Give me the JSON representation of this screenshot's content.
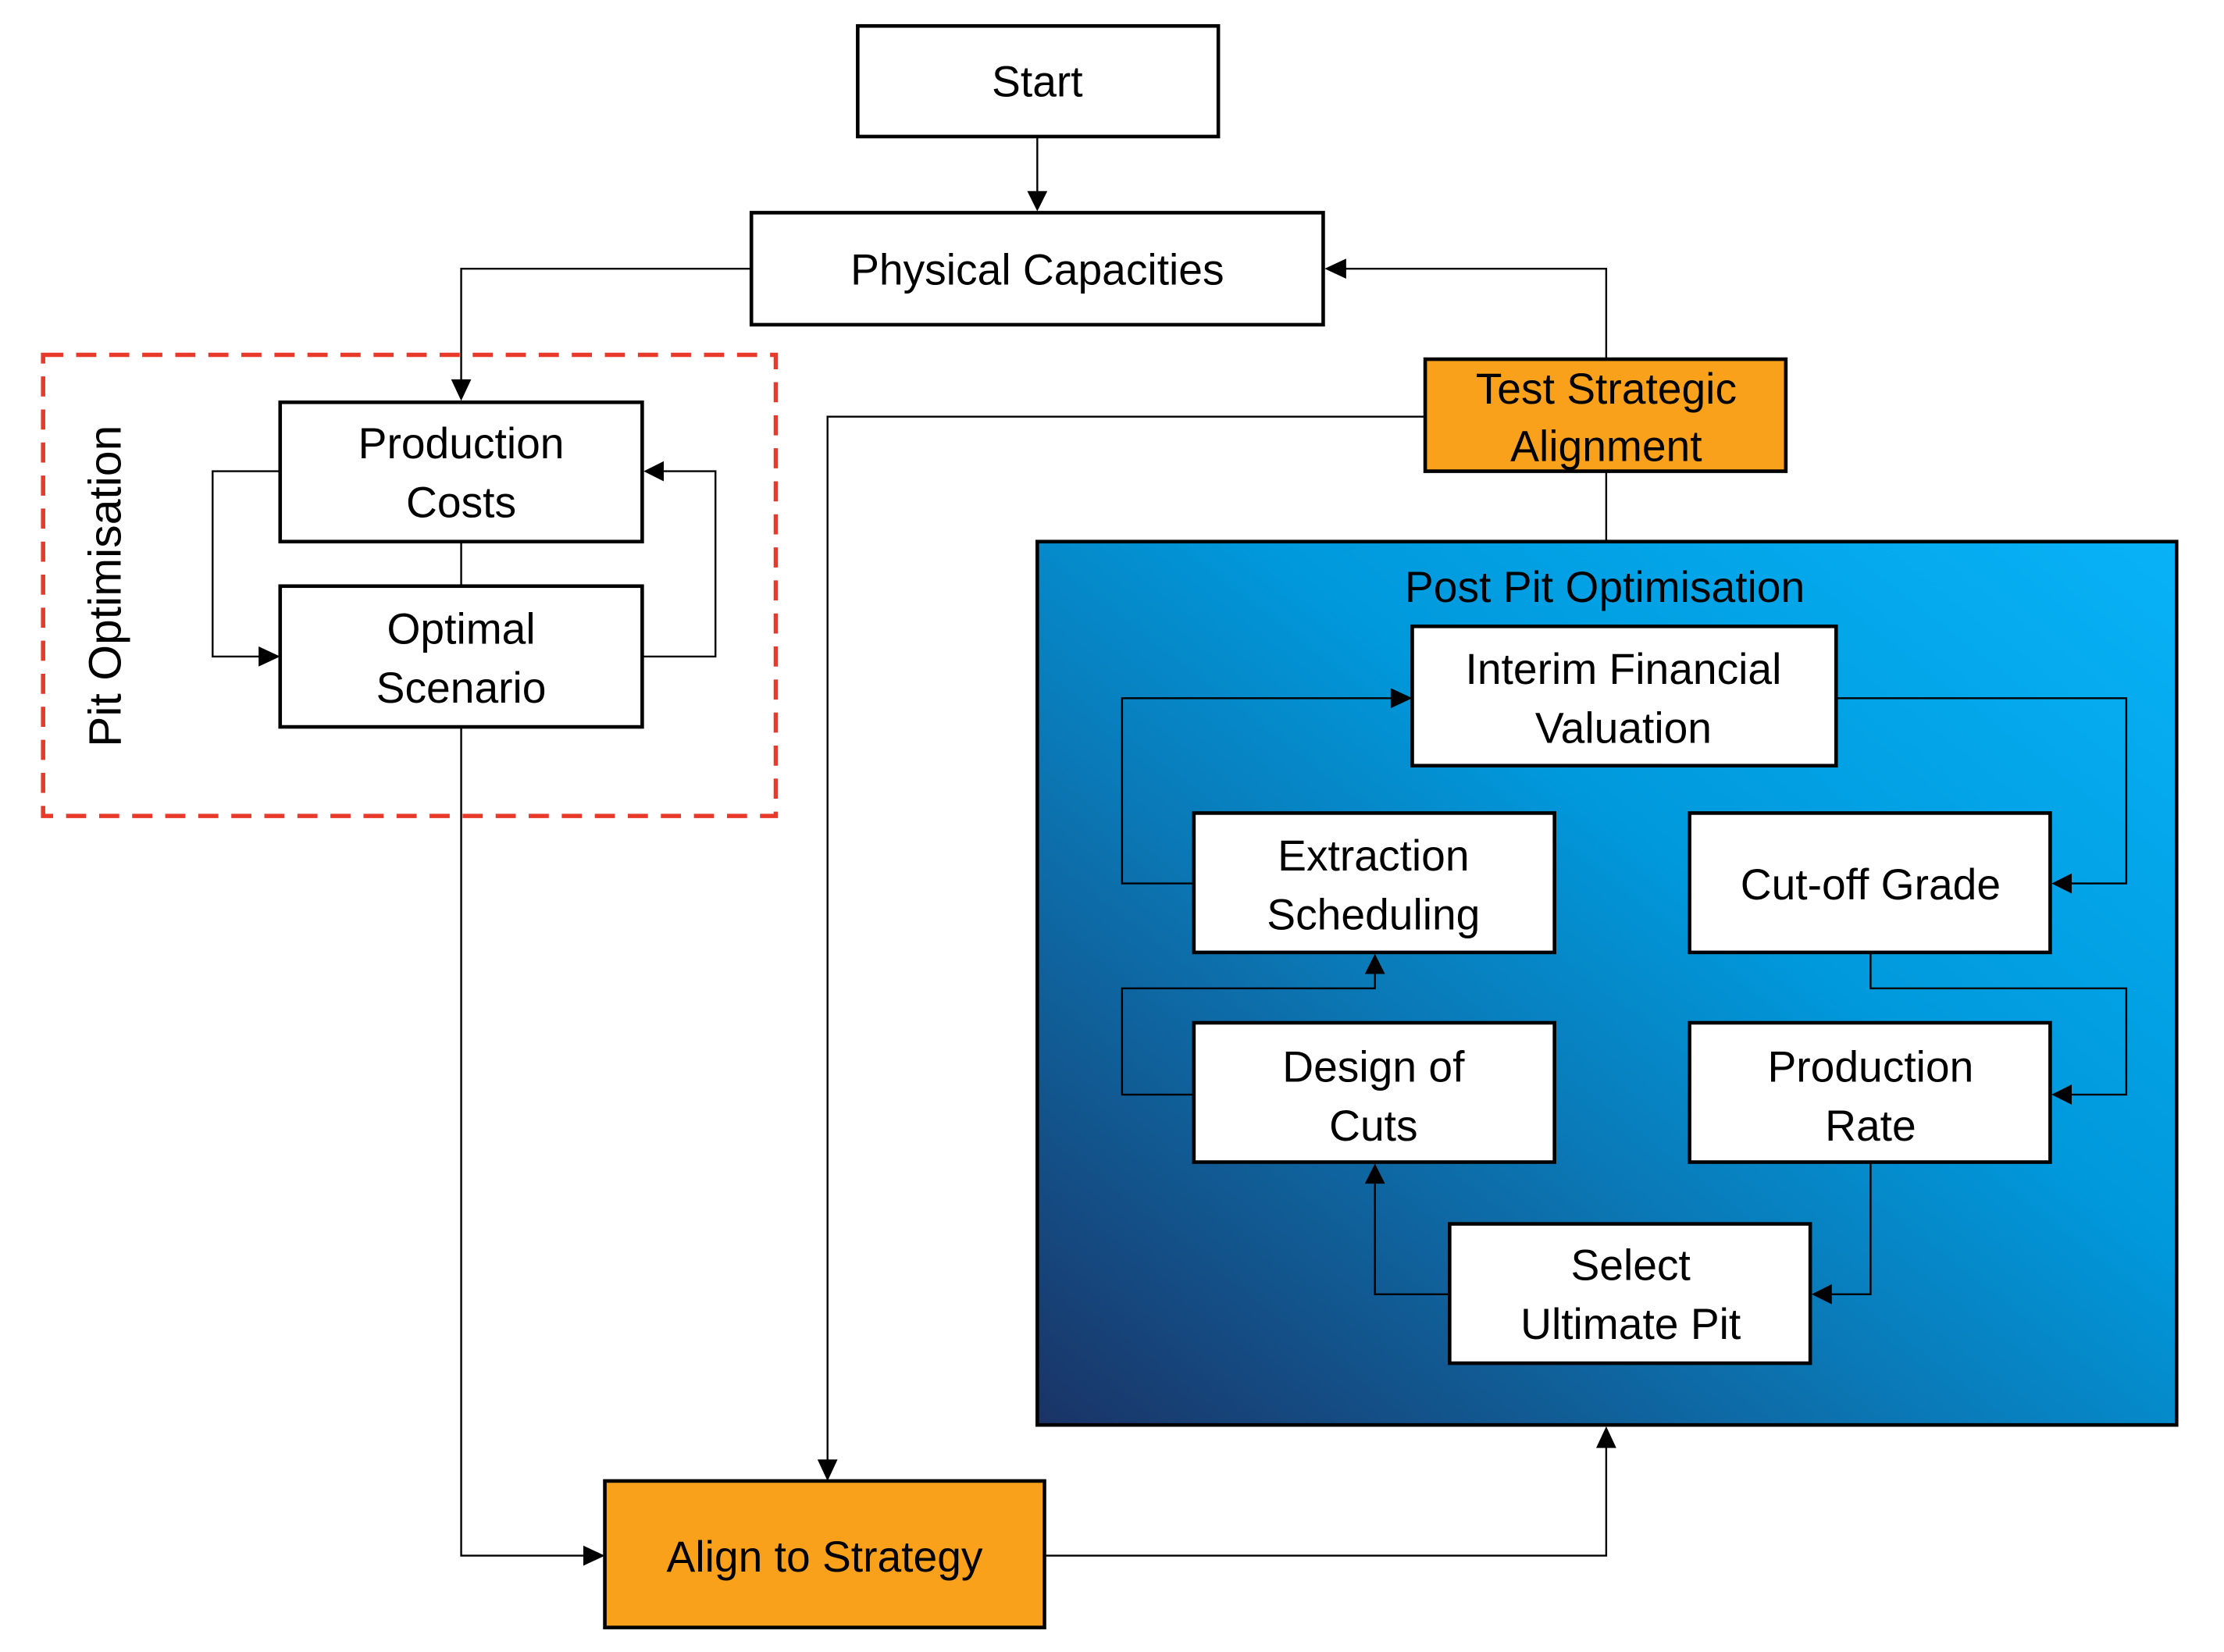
{
  "nodes": {
    "start": "Start",
    "physical_capacities": "Physical Capacities",
    "production_costs": [
      "Production",
      "Costs"
    ],
    "optimal_scenario": [
      "Optimal",
      "Scenario"
    ],
    "test_strategic_alignment": [
      "Test Strategic",
      "Alignment"
    ],
    "interim_financial_valuation": [
      "Interim Financial",
      "Valuation"
    ],
    "extraction_scheduling": [
      "Extraction",
      "Scheduling"
    ],
    "cut_off_grade": "Cut-off Grade",
    "design_of_cuts": [
      "Design of",
      "Cuts"
    ],
    "production_rate": [
      "Production",
      "Rate"
    ],
    "select_ultimate_pit": [
      "Select",
      "Ultimate Pit"
    ],
    "align_to_strategy": "Align to Strategy"
  },
  "groups": {
    "pit_optimisation": "Pit Optimisation",
    "post_pit_optimisation": "Post Pit Optimisation"
  },
  "colors": {
    "highlight_orange": "#f9a11b",
    "group_blue_light": "#08b0f5",
    "group_blue_mid": "#0096d6",
    "group_blue_dark": "#1a3366",
    "dashed_red": "#e8392b"
  }
}
